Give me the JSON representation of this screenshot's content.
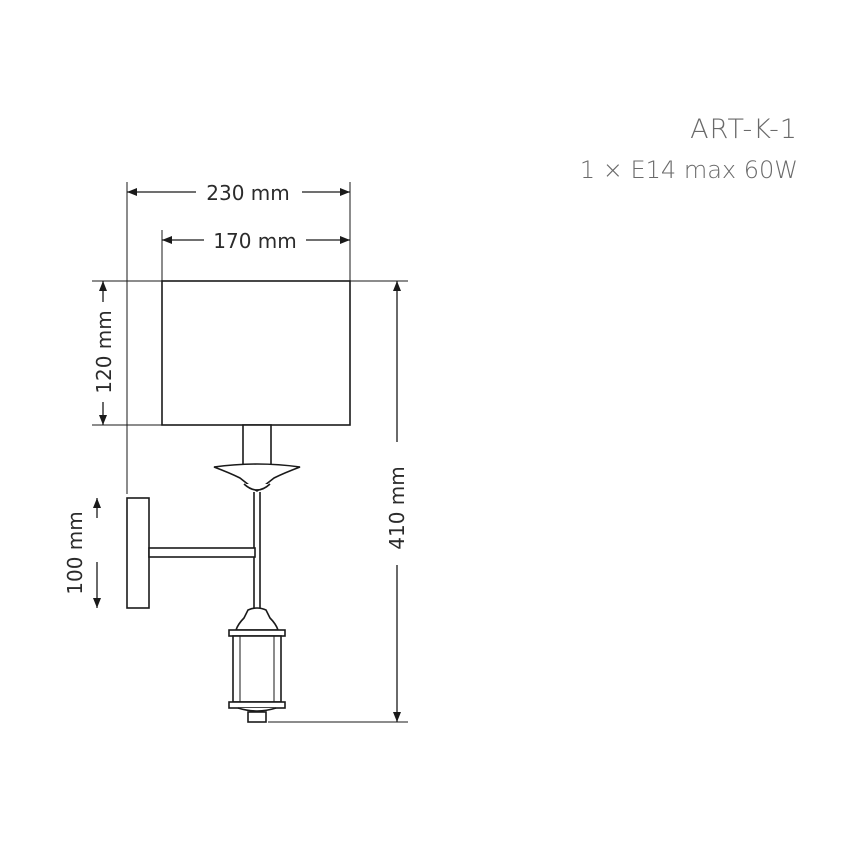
{
  "header": {
    "model": "ART-K-1",
    "spec": "1 × E14 max 60W"
  },
  "dimensions": {
    "total_width": "230 mm",
    "shade_width": "170 mm",
    "shade_height": "120 mm",
    "backplate_height": "100 mm",
    "total_height": "410 mm"
  },
  "colors": {
    "line": "#1a1a1a",
    "title": "#6a6a6a"
  }
}
